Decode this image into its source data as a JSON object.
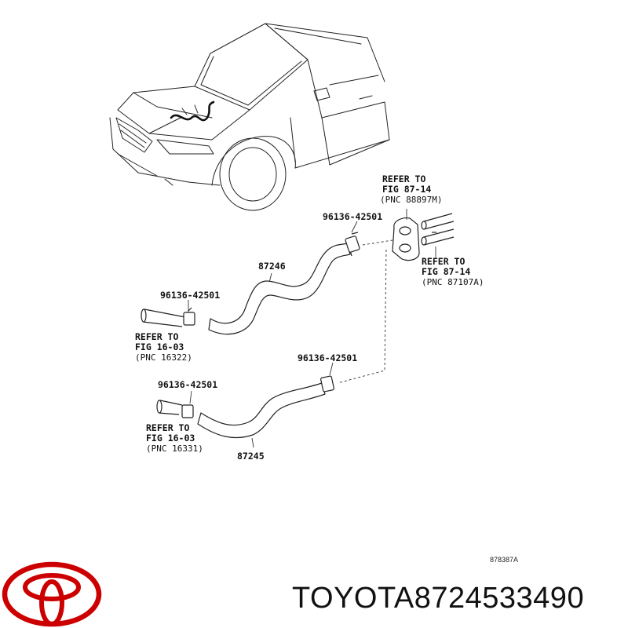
{
  "car": {
    "icon": "car-outline-icon"
  },
  "labels": {
    "refer_top": [
      "REFER TO",
      "FIG 87-14",
      "(PNC 88897M)"
    ],
    "refer_right": [
      "REFER TO",
      "FIG 87-14",
      "(PNC 87107A)"
    ],
    "refer_left_upper": [
      "REFER TO",
      "FIG 16-03",
      "(PNC 16322)"
    ],
    "refer_left_lower": [
      "REFER TO",
      "FIG 16-03",
      "(PNC 16331)"
    ],
    "clamp_top": "96136-42501",
    "clamp_left_upper": "96136-42501",
    "clamp_right_lower": "96136-42501",
    "clamp_left_lower": "96136-42501",
    "hose_upper": "87246",
    "hose_lower": "87245",
    "diagram_id": "878387A"
  },
  "brand": {
    "logo": "toyota-logo",
    "logo_color": "#cc0000",
    "name": "TOYOTA",
    "part_number": "8724533490"
  }
}
